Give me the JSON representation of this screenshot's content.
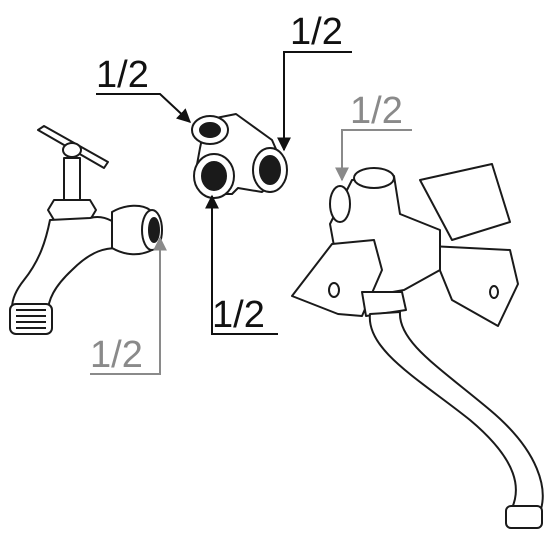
{
  "labels": {
    "tee_inlet": "1/2",
    "tee_right_outlet": "1/2",
    "tee_bottom_outlet": "1/2",
    "bib_tap_inlet": "1/2",
    "mixer_inlet": "1/2"
  },
  "colors": {
    "outline": "#1a1a1a",
    "leader_dark": "#111111",
    "leader_grey": "#8a8a8a",
    "background": "#ffffff"
  }
}
